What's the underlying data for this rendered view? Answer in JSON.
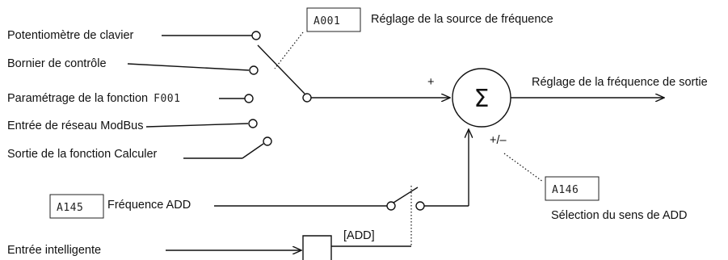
{
  "diagram": {
    "display_a001": "A001",
    "display_a001_caption": "Réglage de la source de fréquence",
    "inputs": {
      "keypad_pot": "Potentiomètre de clavier",
      "control_terminal": "Bornier de contrôle",
      "function_param_prefix": "Paramétrage de la fonction",
      "function_param_code": "F001",
      "modbus": "Entrée de réseau ModBus",
      "calc_output": "Sortie de la fonction Calculer"
    },
    "summing": {
      "symbol": "Σ",
      "plus_sign": "+",
      "plus_minus_sign": "+/–",
      "output_label": "Réglage de la fréquence de sortie"
    },
    "add": {
      "display_a145": "A145",
      "freq_label": "Fréquence ADD",
      "intelligent_input": "Entrée intelligente",
      "add_tag": "[ADD]",
      "display_a146": "A146",
      "direction_label": "Sélection du sens de ADD"
    }
  }
}
